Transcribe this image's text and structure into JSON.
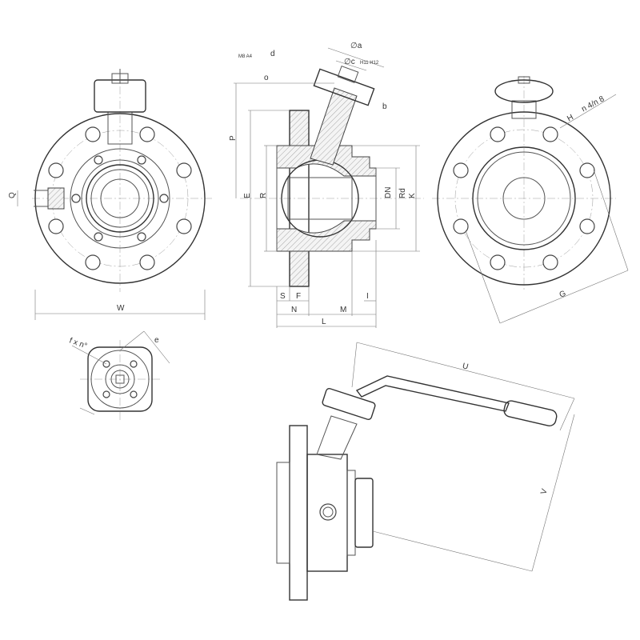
{
  "labels": {
    "a": "∅a",
    "c": "∅c",
    "c_tol": "H11 H12",
    "d": "d",
    "o": "o",
    "note": "M8 A4",
    "b": "b",
    "P": "P",
    "E": "E",
    "R": "R",
    "DN": "DN",
    "Rd": "Rd",
    "K": "K",
    "S": "S",
    "F": "F",
    "N": "N",
    "M": "M",
    "I": "I",
    "L": "L",
    "Q": "Q",
    "W": "W",
    "H": "H",
    "holes_n": "n 4/n 8",
    "G": "G",
    "f_x_n": "f x n°",
    "e": "e",
    "U": "U",
    "V": "V"
  }
}
